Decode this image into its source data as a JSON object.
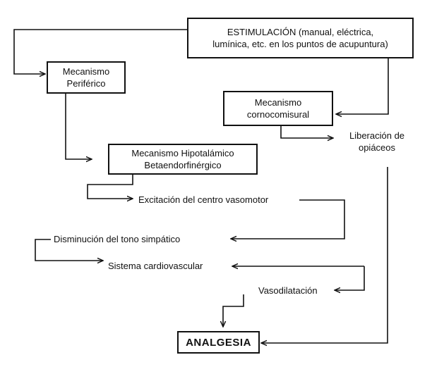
{
  "nodes": {
    "stimulation": {
      "line1": "ESTIMULACIÓN (manual, eléctrica,",
      "line2": "lumínica, etc. en los puntos de acupuntura)"
    },
    "peripheral": {
      "line1": "Mecanismo",
      "line2": "Periférico"
    },
    "cornocomisural": {
      "line1": "Mecanismo",
      "line2": "cornocomisural"
    },
    "opiates": {
      "line1": "Liberación de",
      "line2": "opiáceos"
    },
    "hypothalamic": {
      "line1": "Mecanismo Hipotalámico",
      "line2": "Betaendorfinérgico"
    },
    "vasomotor": "Excitación del centro vasomotor",
    "sympathetic": "Disminución del tono simpático",
    "cardiovascular": "Sistema cardiovascular",
    "vasodilation": "Vasodilatación",
    "analgesia": "ANALGESIA"
  },
  "colors": {
    "ink": "#111111",
    "paper": "#ffffff"
  }
}
